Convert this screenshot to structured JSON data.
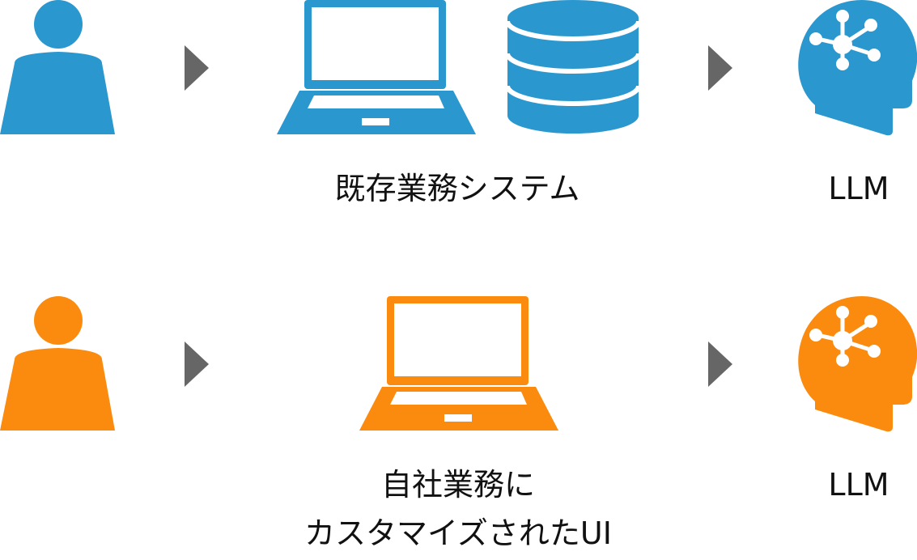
{
  "colors": {
    "blue": "#2a97cf",
    "orange": "#fb8b0f",
    "arrow": "#666666"
  },
  "rows": [
    {
      "theme": "blue",
      "icons": [
        "user-icon",
        "laptop-icon",
        "database-icon",
        "ai-brain-icon"
      ],
      "system_label": "既存業務システム",
      "llm_label": "LLM"
    },
    {
      "theme": "orange",
      "icons": [
        "user-icon",
        "laptop-icon",
        "ai-brain-icon"
      ],
      "system_label_lines": [
        "自社業務に",
        "カスタマイズされたUI"
      ],
      "llm_label": "LLM"
    }
  ]
}
